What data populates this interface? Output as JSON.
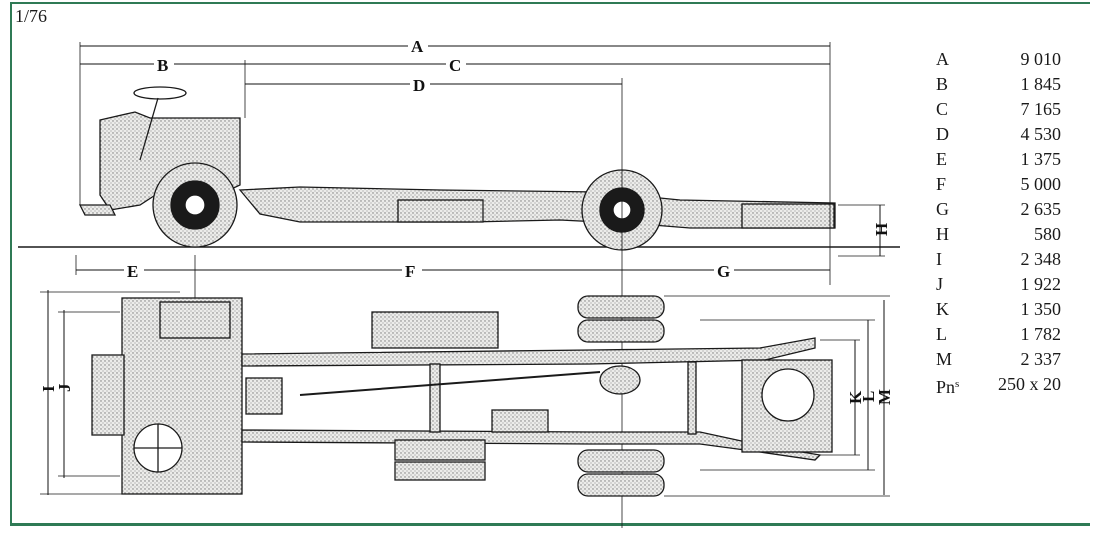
{
  "scale": "1/76",
  "dimension_labels": [
    "A",
    "B",
    "C",
    "D",
    "E",
    "F",
    "G",
    "H",
    "I",
    "J",
    "K",
    "L",
    "M"
  ],
  "specs": [
    {
      "key": "A",
      "value": "9 010"
    },
    {
      "key": "B",
      "value": "1 845"
    },
    {
      "key": "C",
      "value": "7 165"
    },
    {
      "key": "D",
      "value": "4 530"
    },
    {
      "key": "E",
      "value": "1 375"
    },
    {
      "key": "F",
      "value": "5 000"
    },
    {
      "key": "G",
      "value": "2 635"
    },
    {
      "key": "H",
      "value": "580"
    },
    {
      "key": "I",
      "value": "2 348"
    },
    {
      "key": "J",
      "value": "1 922"
    },
    {
      "key": "K",
      "value": "1 350"
    },
    {
      "key": "L",
      "value": "1 782"
    },
    {
      "key": "M",
      "value": "2 337"
    }
  ],
  "tyres": {
    "key": "Pn",
    "key_sup": "s",
    "value": "250 x 20"
  },
  "colors": {
    "frame": "#2f7a55",
    "ink": "#1a1a1a",
    "fill": "#d9d9d4"
  }
}
